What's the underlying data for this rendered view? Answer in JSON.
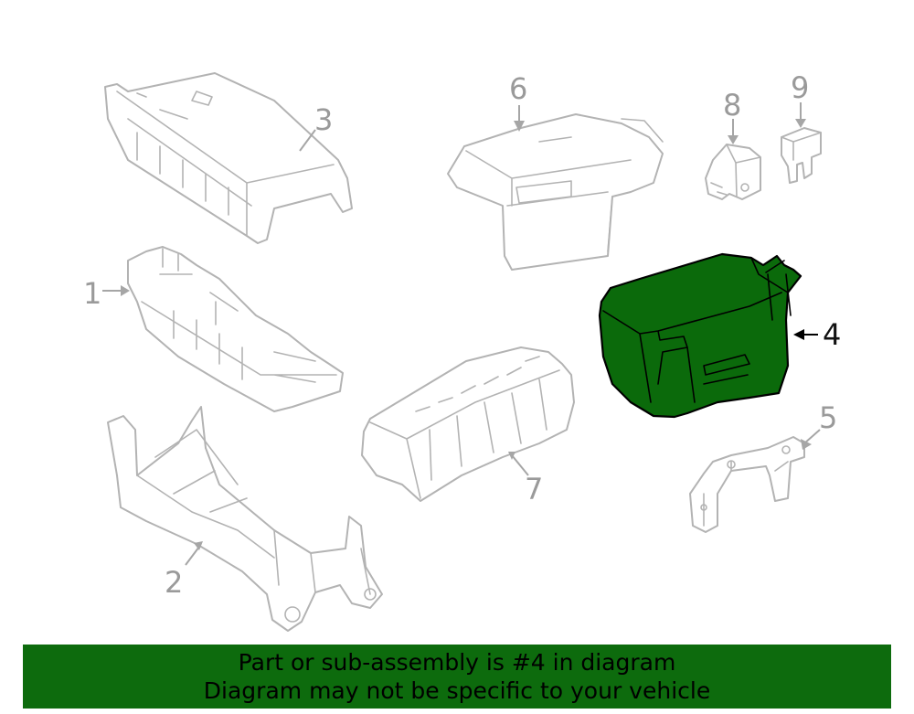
{
  "callouts": {
    "c1": "1",
    "c2": "2",
    "c3": "3",
    "c4": "4",
    "c5": "5",
    "c6": "6",
    "c7": "7",
    "c8": "8",
    "c9": "9"
  },
  "banner": {
    "line1": "Part or sub-assembly is #4 in diagram",
    "line2": "Diagram may not be specific to your vehicle"
  },
  "colors": {
    "highlight_part": "#0b6a0b",
    "banner_background": "#0d6b0d",
    "outline": "#b3b3b3"
  }
}
